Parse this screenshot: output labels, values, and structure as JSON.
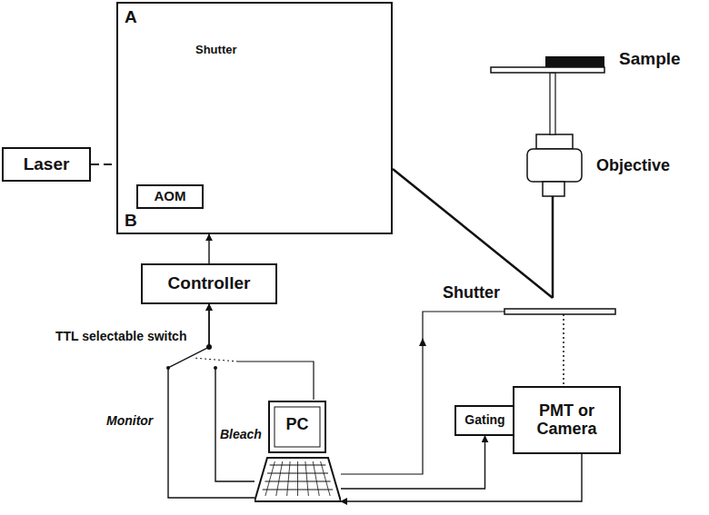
{
  "diagram": {
    "nodes": [
      {
        "text": [
          "Laser"
        ]
      },
      {
        "text": [
          "A",
          "B"
        ]
      },
      {
        "text": [
          "AOM"
        ],
        "in": 1
      },
      {
        "text": [
          "Controller"
        ]
      },
      {
        "text": [
          "PC"
        ]
      },
      {
        "text": [
          "Gating"
        ]
      },
      {
        "text": [
          "PMT or Camera"
        ]
      }
    ],
    "edges": [
      {
        "from": 0,
        "to": 1,
        "arrow": "none"
      },
      {
        "from": 3,
        "to": 1,
        "arrow": "to"
      },
      {
        "from": 4,
        "to": 3,
        "label": "Monitor",
        "arrow": "to"
      },
      {
        "from": 4,
        "to": 3,
        "label": "Bleach",
        "arrow": "to"
      },
      {
        "from": 4,
        "to": 5,
        "arrow": "to"
      },
      {
        "from": 6,
        "to": 4,
        "arrow": "to"
      }
    ],
    "labels": [
      "Shutter",
      "Sample",
      "Objective",
      "Shutter",
      "TTL selectable switch"
    ]
  }
}
